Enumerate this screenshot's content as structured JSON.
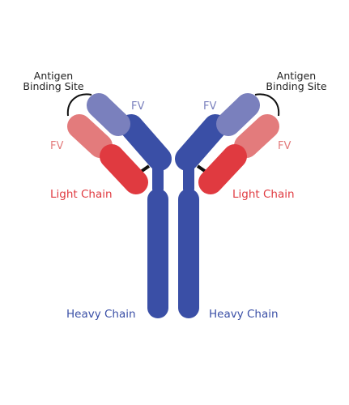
{
  "labels": {
    "antigen_site_left": [
      "Antigen",
      "Binding Site"
    ],
    "antigen_site_right": [
      "Antigen",
      "Binding Site"
    ],
    "fv_top_left": "FV",
    "fv_top_right": "FV",
    "fv_left": "FV",
    "fv_right": "FV",
    "light_chain_left": "Light Chain",
    "light_chain_right": "Light Chain",
    "heavy_chain_left": "Heavy Chain",
    "heavy_chain_right": "Heavy Chain"
  },
  "colors": {
    "heavy_chain": "#3a4fa6",
    "light_chain_constant": "#e03a40",
    "light_chain_variable": "#e37b7c",
    "heavy_chain_variable": "#7a80bd",
    "fv_text": "#7a80bd",
    "light_text": "#e03a40",
    "heavy_text": "#3a4fa6",
    "site_text": "#1f1f1f"
  }
}
